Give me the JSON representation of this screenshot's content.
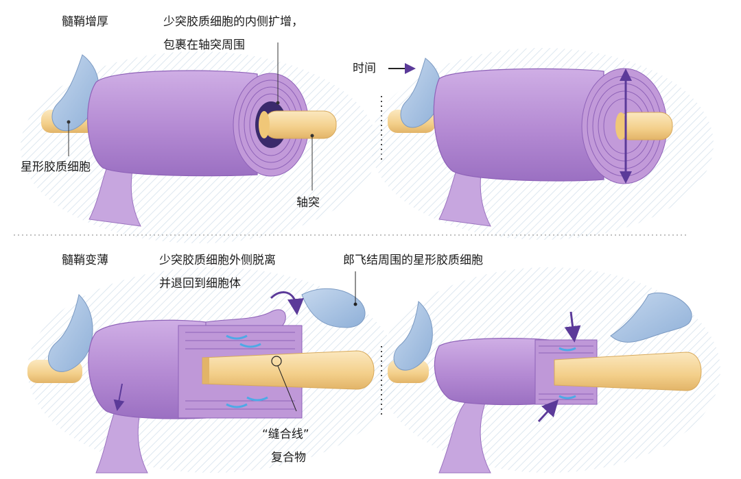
{
  "top_panel": {
    "title": "髓鞘增厚",
    "oligo_inner_line1": "少突胶质细胞的内侧扩增，",
    "oligo_inner_line2": "包裹在轴突周围",
    "astrocyte_label": "星形胶质细胞",
    "axon_label": "轴突",
    "time_label": "时间"
  },
  "bottom_panel": {
    "title": "髓鞘变薄",
    "oligo_outer_line1": "少突胶质细胞外侧脱离",
    "oligo_outer_line2": "并退回到细胞体",
    "node_astrocyte_label": "郎飞结周围的星形胶质细胞",
    "seam_line1": "“缝合线”",
    "seam_line2": "复合物"
  },
  "colors": {
    "myelin": "#b98fd6",
    "myelin_dark": "#7e4fb0",
    "axon": "#f6d79a",
    "astrocyte": "#a9c3e3",
    "arrow": "#5b3a99",
    "background_hatch": "#d7e4ef"
  }
}
